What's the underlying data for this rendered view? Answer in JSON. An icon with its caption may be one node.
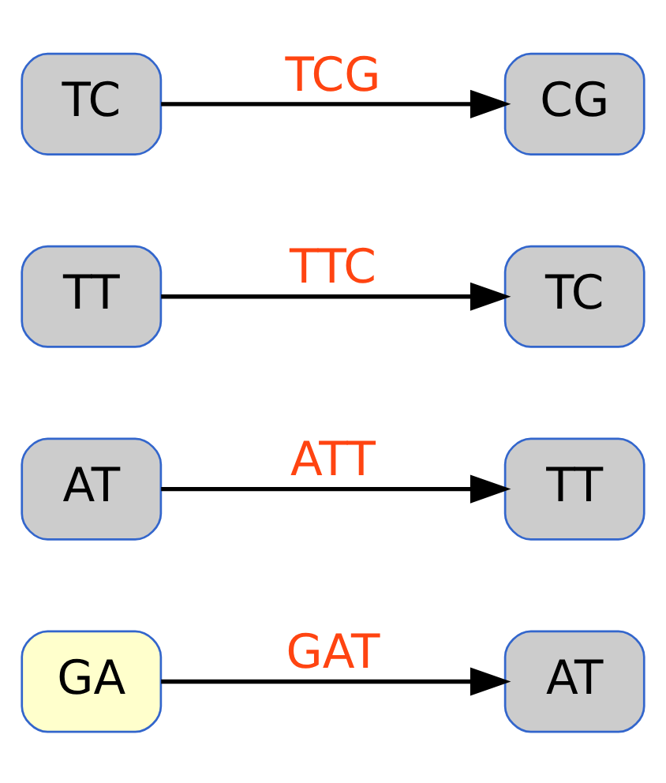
{
  "diagram": {
    "nodes": [
      {
        "text": [
          "GA"
        ]
      },
      {
        "text": [
          "AT"
        ]
      },
      {
        "text": [
          "AT"
        ]
      },
      {
        "text": [
          "TT"
        ]
      },
      {
        "text": [
          "TT"
        ]
      },
      {
        "text": [
          "TC"
        ]
      },
      {
        "text": [
          "TC"
        ]
      },
      {
        "text": [
          "CG"
        ]
      }
    ],
    "edges": [
      {
        "from": 0,
        "to": 1,
        "arrow": "to",
        "label": "GAT"
      },
      {
        "from": 2,
        "to": 3,
        "arrow": "to",
        "label": "ATT"
      },
      {
        "from": 4,
        "to": 5,
        "arrow": "to",
        "label": "TTC"
      },
      {
        "from": 6,
        "to": 7,
        "arrow": "to",
        "label": "TCG"
      }
    ]
  }
}
